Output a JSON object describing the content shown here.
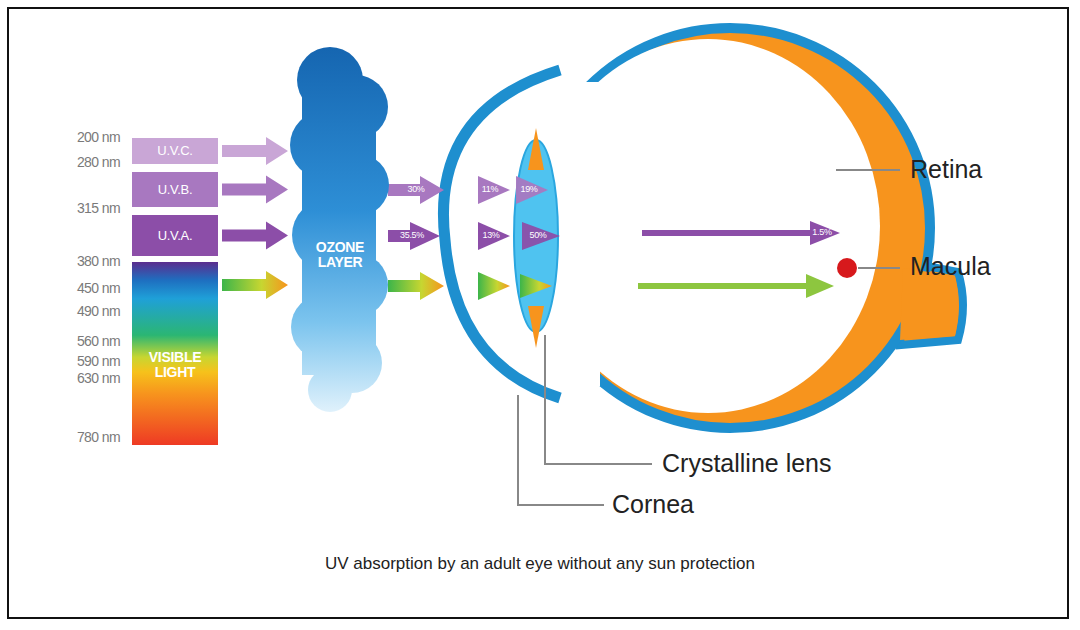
{
  "diagram": {
    "caption": "UV absorption by an adult eye without any sun protection",
    "nodes": [
      {
        "text": [
          "U.V.C."
        ]
      },
      {
        "text": [
          "U.V.B."
        ]
      },
      {
        "text": [
          "U.V.A."
        ]
      },
      {
        "text": [
          "VISIBLE LIGHT"
        ]
      },
      {
        "text": [
          "OZONE LAYER"
        ]
      }
    ],
    "edges": [
      {
        "from": 0,
        "to": 4,
        "arrow": "to"
      },
      {
        "from": 1,
        "to": 4,
        "arrow": "to"
      },
      {
        "from": 2,
        "to": 4,
        "arrow": "to"
      },
      {
        "from": 3,
        "to": 4,
        "arrow": "to"
      }
    ],
    "labels": [
      "200 nm",
      "280 nm",
      "315 nm",
      "380 nm",
      "450 nm",
      "490 nm",
      "560 nm",
      "590 nm",
      "630 nm",
      "780 nm",
      "30%",
      "35.5%",
      "11%",
      "19%",
      "13%",
      "50%",
      "1.5%",
      "Retina",
      "Macula",
      "Crystalline lens",
      "Cornea"
    ]
  }
}
